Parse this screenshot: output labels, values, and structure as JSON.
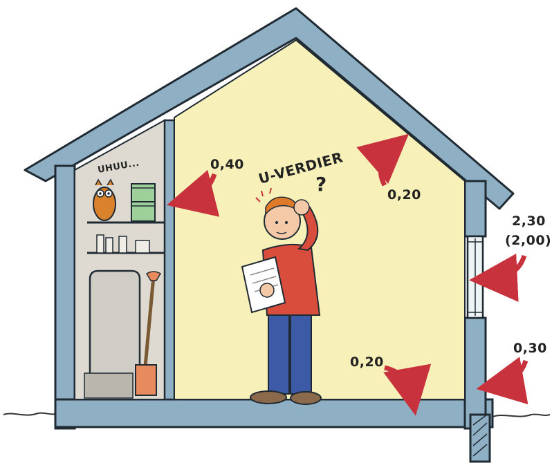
{
  "labels": {
    "u_values_title": "U-VERDIER",
    "question_mark": "?",
    "owl_text": "UHUU...",
    "attic_wall": "0,40",
    "roof": "0,20",
    "window_value": "2,30",
    "window_value_alt": "(2,00)",
    "outer_wall": "0,30",
    "floor": "0,20"
  },
  "colors": {
    "construction": "#8fb0c4",
    "interior": "#f7f0b8",
    "storage": "#dedad2",
    "arrow": "#c8323c",
    "sweater": "#d94d3d",
    "jeans": "#3d5aa6"
  }
}
